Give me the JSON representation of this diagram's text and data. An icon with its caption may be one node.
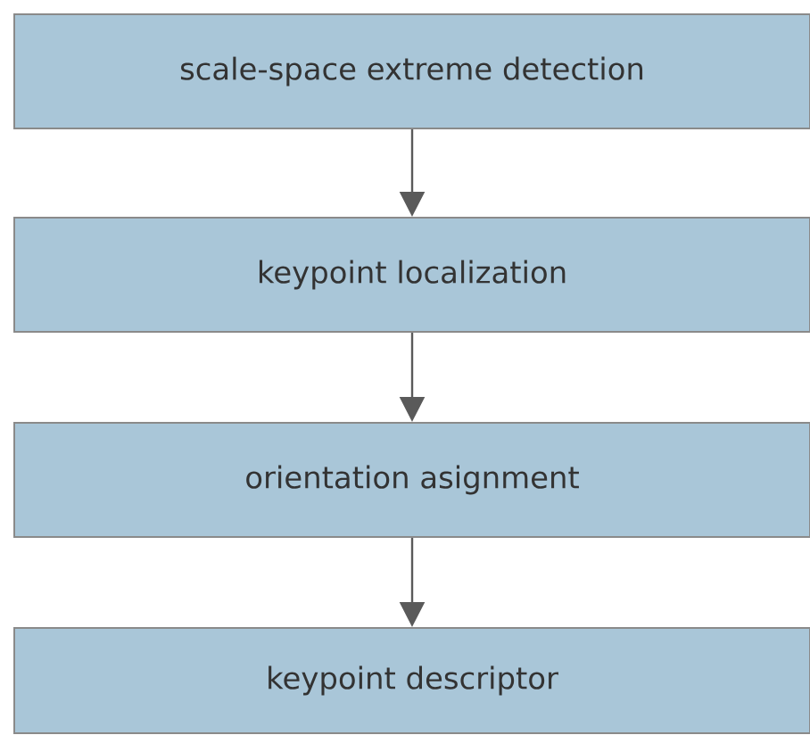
{
  "diagram": {
    "nodes": [
      {
        "text": [
          "scale-space extreme detection"
        ]
      },
      {
        "text": [
          "keypoint localization"
        ]
      },
      {
        "text": [
          "orientation asignment"
        ]
      },
      {
        "text": [
          "keypoint descriptor"
        ]
      }
    ],
    "edges": [
      {
        "from": 0,
        "to": 1,
        "arrow": "to"
      },
      {
        "from": 1,
        "to": 2,
        "arrow": "to"
      },
      {
        "from": 2,
        "to": 3,
        "arrow": "to"
      }
    ]
  }
}
